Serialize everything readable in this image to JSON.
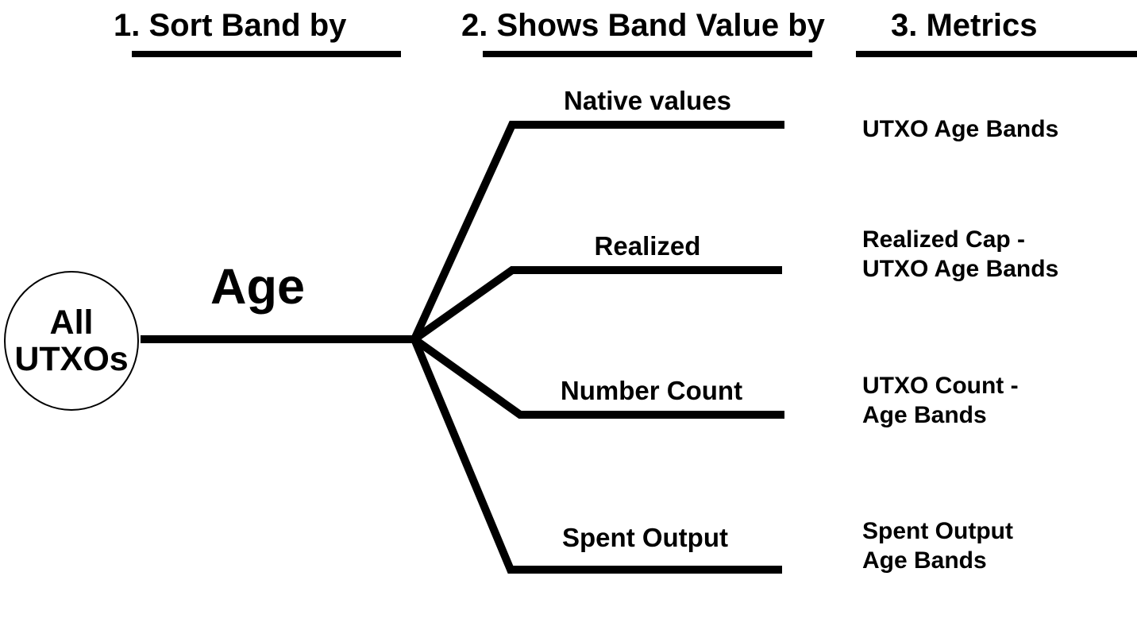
{
  "headers": [
    {
      "label": "1. Sort Band by"
    },
    {
      "label": "2. Shows Band Value by"
    },
    {
      "label": "3. Metrics"
    }
  ],
  "root": {
    "line1": "All",
    "line2": "UTXOs"
  },
  "trunk": {
    "label": "Age"
  },
  "branches": [
    {
      "value_label": "Native values",
      "metric": "UTXO Age Bands"
    },
    {
      "value_label": "Realized",
      "metric": "Realized Cap -\nUTXO Age Bands"
    },
    {
      "value_label": "Number Count",
      "metric": "UTXO Count -\nAge Bands"
    },
    {
      "value_label": "Spent Output",
      "metric": "Spent Output\nAge Bands"
    }
  ],
  "colors": {
    "ink": "#000000",
    "background": "#ffffff"
  }
}
